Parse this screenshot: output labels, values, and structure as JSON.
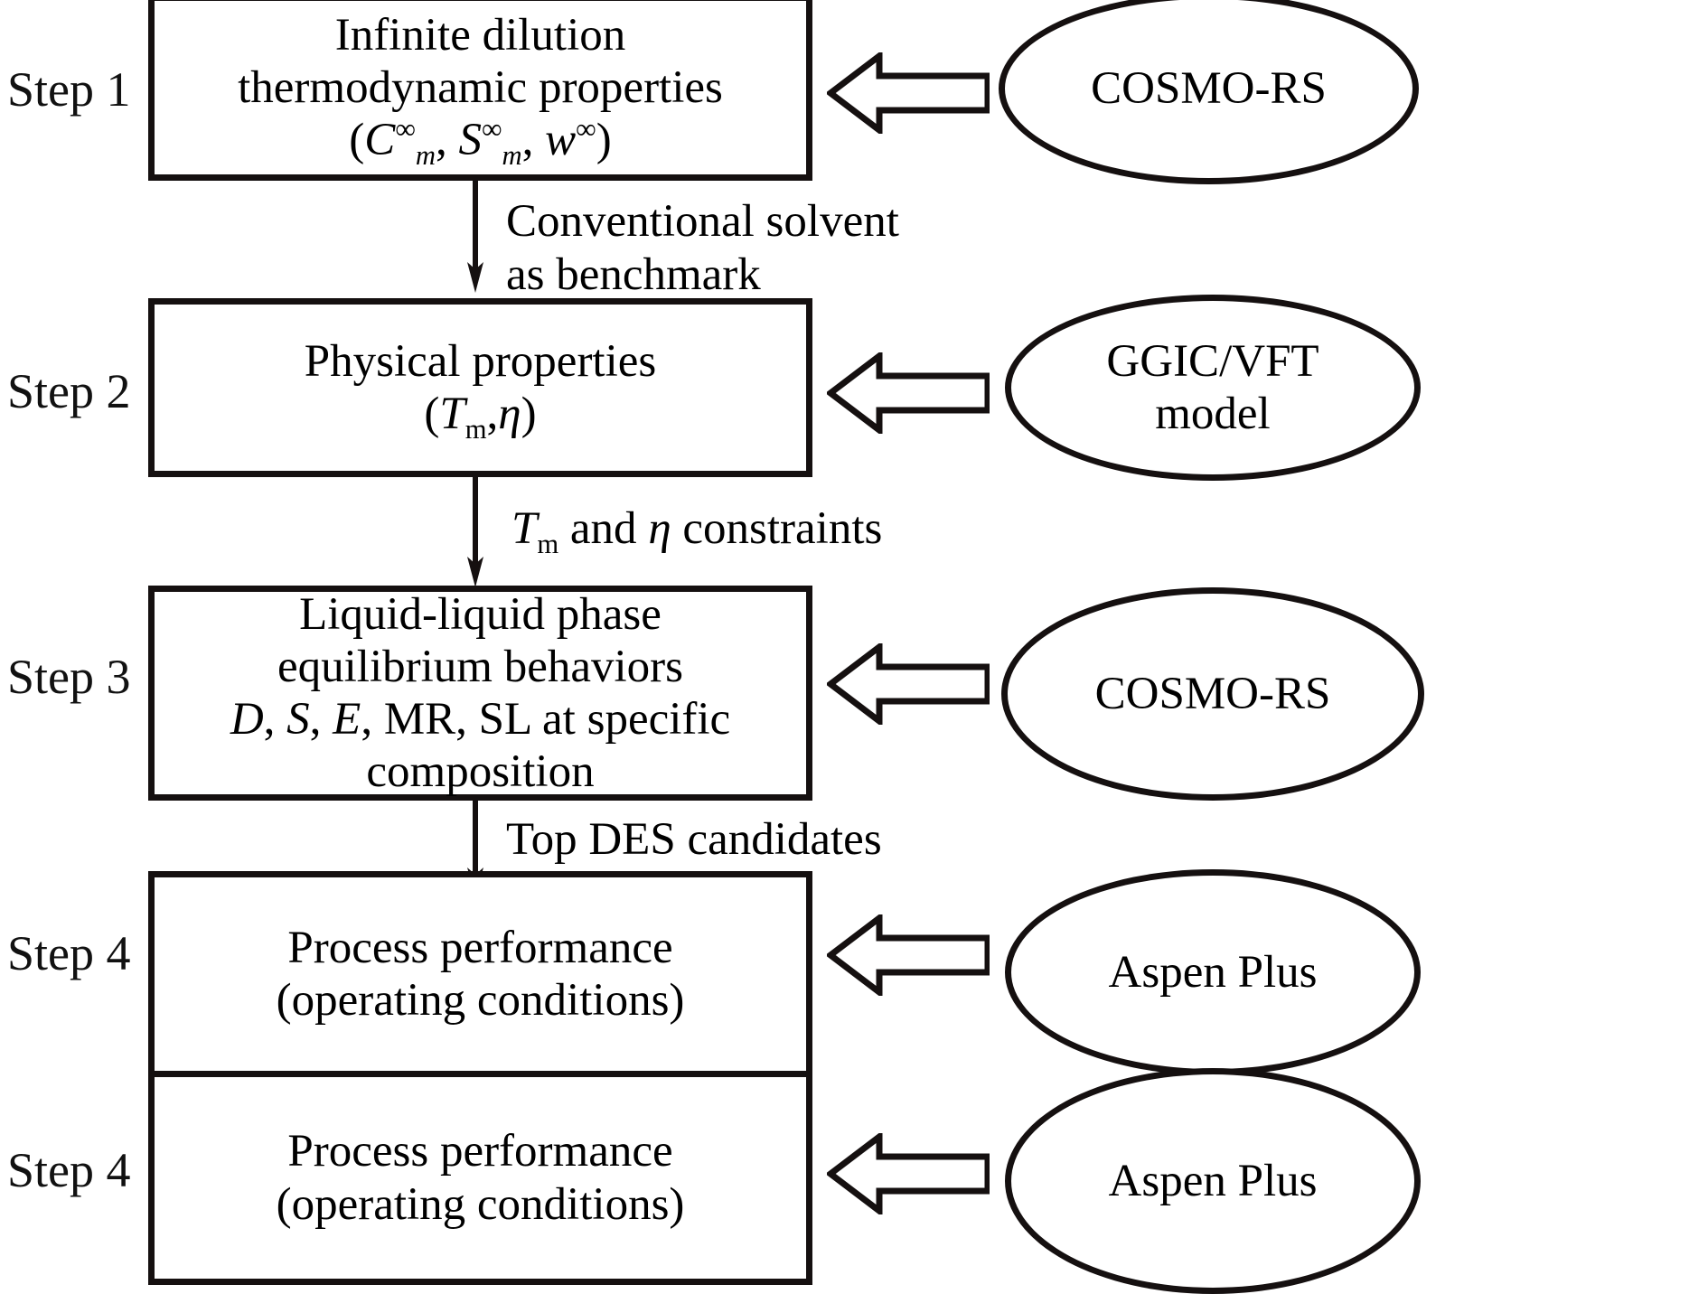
{
  "diagram": {
    "title": "Four-step DES screening workflow",
    "type": "flowchart",
    "colors": {
      "stroke": "#151010",
      "fill": "#ffffff",
      "text": "#000000"
    },
    "steps": [
      {
        "label": "Step 1",
        "box_lines": [
          "Infinite dilution",
          "thermodynamic properties"
        ],
        "box_formula": "(C_m^∞, S_m^∞, w^∞)",
        "tool_lines": [
          "COSMO-RS"
        ],
        "arrow": "left-block-arrow"
      },
      {
        "label": "Step 2",
        "box_lines": [
          "Physical properties"
        ],
        "box_formula": "(T_m, η)",
        "tool_lines": [
          "GGIC/VFT",
          "model"
        ],
        "arrow": "left-block-arrow"
      },
      {
        "label": "Step 3",
        "box_lines": [
          "Liquid-liquid phase",
          "equilibrium behaviors",
          "D, S, E, MR, SL at specific",
          "composition"
        ],
        "box_formula": "",
        "tool_lines": [
          "COSMO-RS"
        ],
        "arrow": "left-block-arrow"
      },
      {
        "label": "Step 4",
        "box_lines": [
          "Process performance",
          "(operating conditions)"
        ],
        "box_formula": "",
        "tool_lines": [
          "Aspen Plus"
        ],
        "arrow": "left-block-arrow"
      }
    ],
    "connectors": [
      {
        "from": "Step 1",
        "to": "Step 2",
        "lines": [
          "Conventional solvent",
          "as benchmark"
        ]
      },
      {
        "from": "Step 2",
        "to": "Step 3",
        "lines": [
          "T_m and η constraints"
        ]
      },
      {
        "from": "Step 3",
        "to": "Step 4",
        "lines": [
          "Top DES candidates"
        ]
      }
    ],
    "literals": {
      "step1_label": "Step 1",
      "step2_label": "Step 2",
      "step3_label": "Step 3",
      "step4_label": "Step 4",
      "box1_l1": "Infinite dilution",
      "box1_l2": "thermodynamic properties",
      "box2_l1": "Physical properties",
      "box3_l1": "Liquid-liquid phase",
      "box3_l2": "equilibrium behaviors",
      "box3_l4": "composition",
      "box4_l1": "Process performance",
      "box4_l2": "(operating conditions)",
      "tool1": "COSMO-RS",
      "tool2_l1": "GGIC/VFT",
      "tool2_l2": "model",
      "tool3": "COSMO-RS",
      "tool4": "Aspen Plus",
      "conn1_l1": "Conventional solvent",
      "conn1_l2": "as benchmark",
      "conn3_l1": "Top DES candidates",
      "mr_sl_mid": ", MR, SL at specific",
      "and_word": " and ",
      "constraints_word": " constraints"
    }
  }
}
